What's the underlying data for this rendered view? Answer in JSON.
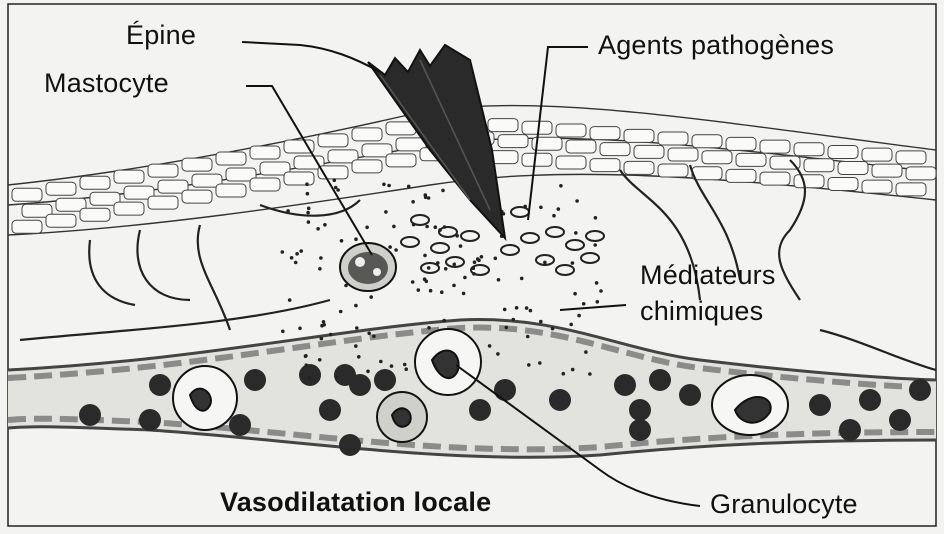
{
  "labels": {
    "epine": "Épine",
    "mastocyte": "Mastocyte",
    "agents": "Agents pathogènes",
    "mediateurs_line1": "Médiateurs",
    "mediateurs_line2": "chimiques",
    "vasodilatation": "Vasodilatation locale",
    "granulocyte": "Granulocyte"
  },
  "colors": {
    "ink": "#111111",
    "paper": "#f3f3f1",
    "dark_fill": "#2a2a2a",
    "vessel_wall": "#8a8a86"
  }
}
